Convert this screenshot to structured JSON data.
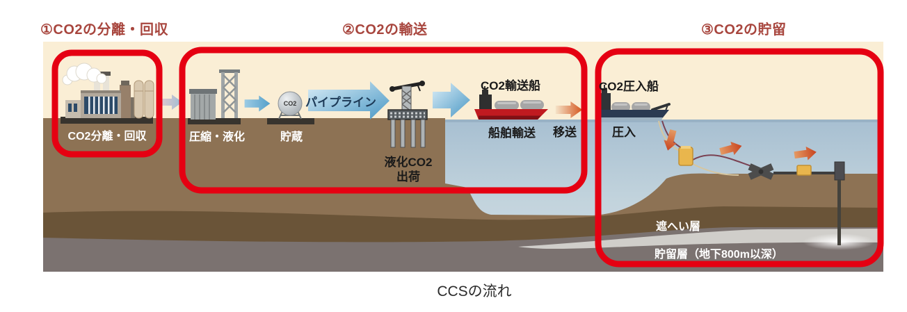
{
  "stages": [
    {
      "id": 1,
      "label": "①CO2の分離・回収"
    },
    {
      "id": 2,
      "label": "②CO2の輸送"
    },
    {
      "id": 3,
      "label": "③CO2の貯留"
    }
  ],
  "capture": {
    "facility_label": "CO2分離・回収"
  },
  "transport": {
    "compression_label": "圧縮・液化",
    "tank_label": "貯蔵",
    "sphere_text": "CO2",
    "pipeline_label": "パイプライン",
    "shipping_label_line1": "液化CO2",
    "shipping_label_line2": "出荷",
    "carrier_ship_label": "CO2輸送船",
    "marine_transport_label": "船舶輸送",
    "transfer_label": "移送"
  },
  "storage": {
    "injection_ship_label": "CO2圧入船",
    "injection_label": "圧入",
    "cap_rock_label": "遮へい層",
    "reservoir_label": "貯留層（地下800m以深）"
  },
  "caption": "CCSの流れ",
  "colors": {
    "frame_red": "#e50012",
    "heading_red": "#a8463e",
    "sky_cream": "#faeed5",
    "water_blue": "#b5cad8",
    "ground_brown": "#8d7254",
    "cap_rock_brown": "#6a5438",
    "reservoir_gray": "#7b7270",
    "arrow_blue": "#5aa3cc",
    "arrow_orange": "#d4571f"
  }
}
